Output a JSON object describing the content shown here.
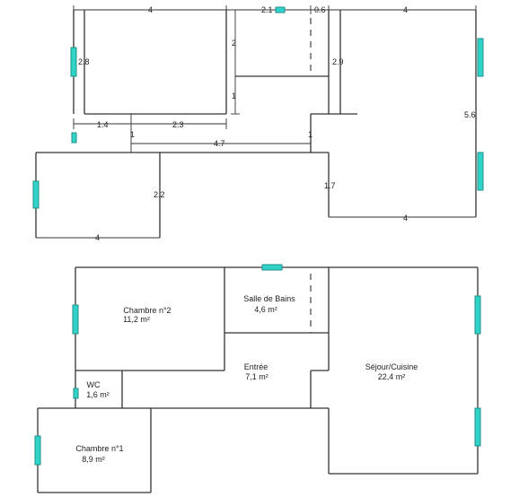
{
  "dimensions": {
    "top_left_width": "4",
    "top_gap": "2.1",
    "top_mid": "0.6",
    "top_right_width": "4",
    "left_height": "2.8",
    "mid_height": "2",
    "mid_one": "1",
    "right_height": "2.9",
    "right_full_height": "5.6",
    "seg_left": "1.4",
    "seg_mid": "2.3",
    "tick_one_left": "1",
    "tick_one_right": "1",
    "corridor": "4.7",
    "lower_height": "2.2",
    "lower_right_height": "1.7",
    "bottom_right_width": "4",
    "bottom_left_width": "4"
  },
  "rooms": {
    "chambre2": {
      "name": "Chambre n°2",
      "area": "11,2  m²"
    },
    "salle_bains": {
      "name": "Salle de Bains",
      "area": "4,6  m²"
    },
    "entree": {
      "name": "Entrée",
      "area": "7,1  m²"
    },
    "sejour": {
      "name": "Séjour/Cuisine",
      "area": "22,4  m²"
    },
    "wc": {
      "name": "WC",
      "area": "1,6  m²"
    },
    "chambre1": {
      "name": "Chambre n°1",
      "area": "8,9  m²"
    }
  },
  "colors": {
    "window": "#2fd3c8",
    "wall": "#333333"
  }
}
